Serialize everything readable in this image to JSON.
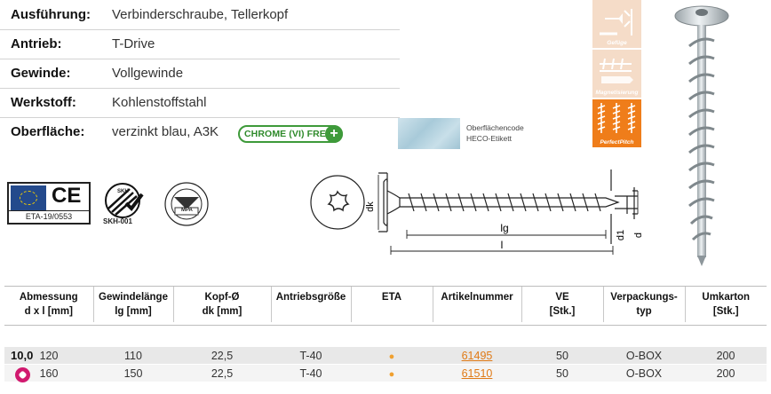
{
  "specs": [
    {
      "key": "Ausführung:",
      "value": "Verbinderschraube, Tellerkopf"
    },
    {
      "key": "Antrieb:",
      "value": "T-Drive"
    },
    {
      "key": "Gewinde:",
      "value": "Vollgewinde"
    },
    {
      "key": "Werkstoff:",
      "value": "Kohlenstoffstahl"
    },
    {
      "key": "Oberfläche:",
      "value": "verzinkt blau, A3K"
    }
  ],
  "badge": {
    "label": "CHROME (VI) FREE",
    "icon": "plus-icon",
    "color": "#3e9a3a"
  },
  "surface": {
    "line1": "Oberflächencode",
    "line2": "HECO-Etikett"
  },
  "feature_icons": [
    {
      "label": "Gefüge",
      "color": "#f3d7c2"
    },
    {
      "label": "Magnetisierung",
      "color": "#f3d7c2"
    },
    {
      "label": "PerfectPitch",
      "color": "#ef7d1a"
    }
  ],
  "certs": {
    "eta_label": "ETA-19/0553",
    "ce": "CE",
    "skh": "SKH",
    "skh_code": "SKH-001",
    "mpa": "MPA"
  },
  "dimensions": {
    "dk": "dk",
    "lg": "lg",
    "l": "l",
    "d1": "d1",
    "d": "d"
  },
  "table": {
    "headers": [
      [
        "Abmessung",
        "d x l [mm]"
      ],
      [
        "Gewindelänge",
        "lg [mm]"
      ],
      [
        "Kopf-Ø",
        "dk [mm]"
      ],
      [
        "Antriebsgröße",
        ""
      ],
      [
        "ETA",
        ""
      ],
      [
        "Artikelnummer",
        ""
      ],
      [
        "VE",
        "[Stk.]"
      ],
      [
        "Verpackungs-",
        "typ"
      ],
      [
        "Umkarton",
        "[Stk.]"
      ]
    ],
    "diameter": "10,0",
    "rows": [
      {
        "l": "120",
        "lg": "110",
        "dk": "22,5",
        "drive": "T-40",
        "eta": "●",
        "article": "61495",
        "ve": "50",
        "pack": "O-BOX",
        "carton": "200"
      },
      {
        "l": "160",
        "lg": "150",
        "dk": "22,5",
        "drive": "T-40",
        "eta": "●",
        "article": "61510",
        "ve": "50",
        "pack": "O-BOX",
        "carton": "200"
      }
    ]
  },
  "colors": {
    "accent": "#ef7d1a",
    "link": "#e07a16",
    "drive_badge": "#d1196f"
  }
}
